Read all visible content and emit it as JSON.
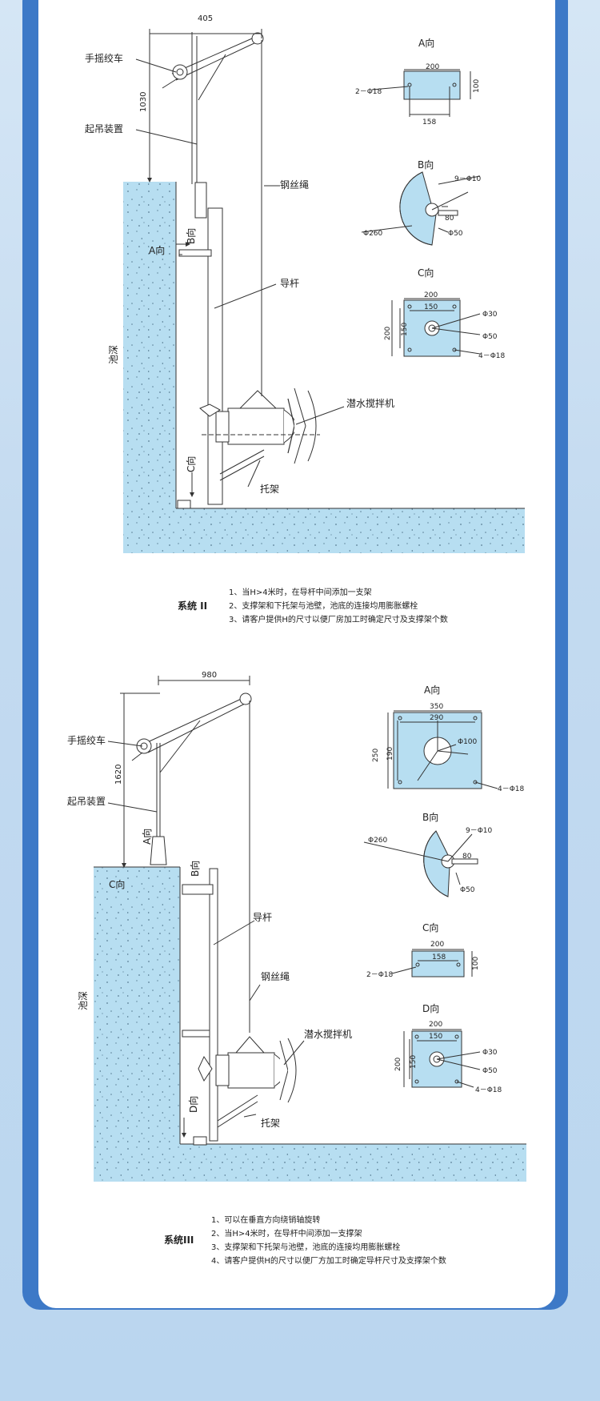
{
  "colors": {
    "frame": "#3d79c7",
    "water": "#b7def1",
    "line": "#333333"
  },
  "system2": {
    "labels": {
      "winch": "手摇绞车",
      "hoist": "起吊装置",
      "rope": "钢丝绳",
      "guide": "导杆",
      "mixer": "潜水搅拌机",
      "bracket": "托架",
      "depth": "池深",
      "viewA": "A向",
      "viewB": "B向",
      "viewC": "C向"
    },
    "dims": {
      "width": "405",
      "height": "1030"
    },
    "detailA": {
      "title": "A向",
      "w": "200",
      "h": "100",
      "inner": "158",
      "holes": "2－Φ18"
    },
    "detailB": {
      "title": "B向",
      "holes": "9－Φ10",
      "outer": "Φ260",
      "inner": "Φ50",
      "offset": "80"
    },
    "detailC": {
      "title": "C向",
      "w": "200",
      "w2": "150",
      "h": "200",
      "h2": "150",
      "d1": "Φ30",
      "d2": "Φ50",
      "holes": "4－Φ18"
    },
    "caption": "系统 II",
    "notes": [
      "1、当H>4米时，在导杆中间添加一支架",
      "2、支撑架和下托架与池壁，池底的连接均用膨胀螺栓",
      "3、请客户提供H的尺寸以便厂房加工时确定尺寸及支撑架个数"
    ]
  },
  "system3": {
    "labels": {
      "winch": "手摇绞车",
      "hoist": "起吊装置",
      "rope": "钢丝绳",
      "guide": "导杆",
      "mixer": "潜水搅拌机",
      "bracket": "托架",
      "depth": "池深",
      "viewA": "A向",
      "viewB": "B向",
      "viewC": "C向",
      "viewD": "D向"
    },
    "dims": {
      "width": "980",
      "height": "1620"
    },
    "detailA": {
      "title": "A向",
      "w": "350",
      "w2": "290",
      "h": "250",
      "h2": "190",
      "d": "Φ100",
      "holes": "4－Φ18"
    },
    "detailB": {
      "title": "B向",
      "holes": "9－Φ10",
      "outer": "Φ260",
      "inner": "Φ50",
      "offset": "80"
    },
    "detailC": {
      "title": "C向",
      "w": "200",
      "inner": "158",
      "h": "100",
      "holes": "2－Φ18"
    },
    "detailD": {
      "title": "D向",
      "w": "200",
      "w2": "150",
      "h": "200",
      "h2": "150",
      "d1": "Φ30",
      "d2": "Φ50",
      "holes": "4－Φ18"
    },
    "caption": "系统III",
    "notes": [
      "1、可以在垂直方向绕销轴旋转",
      "2、当H>4米时，在导杆中间添加一支撑架",
      "3、支撑架和下托架与池壁，池底的连接均用膨胀螺栓",
      "4、请客户提供H的尺寸以便厂方加工时确定导杆尺寸及支撑架个数"
    ]
  }
}
